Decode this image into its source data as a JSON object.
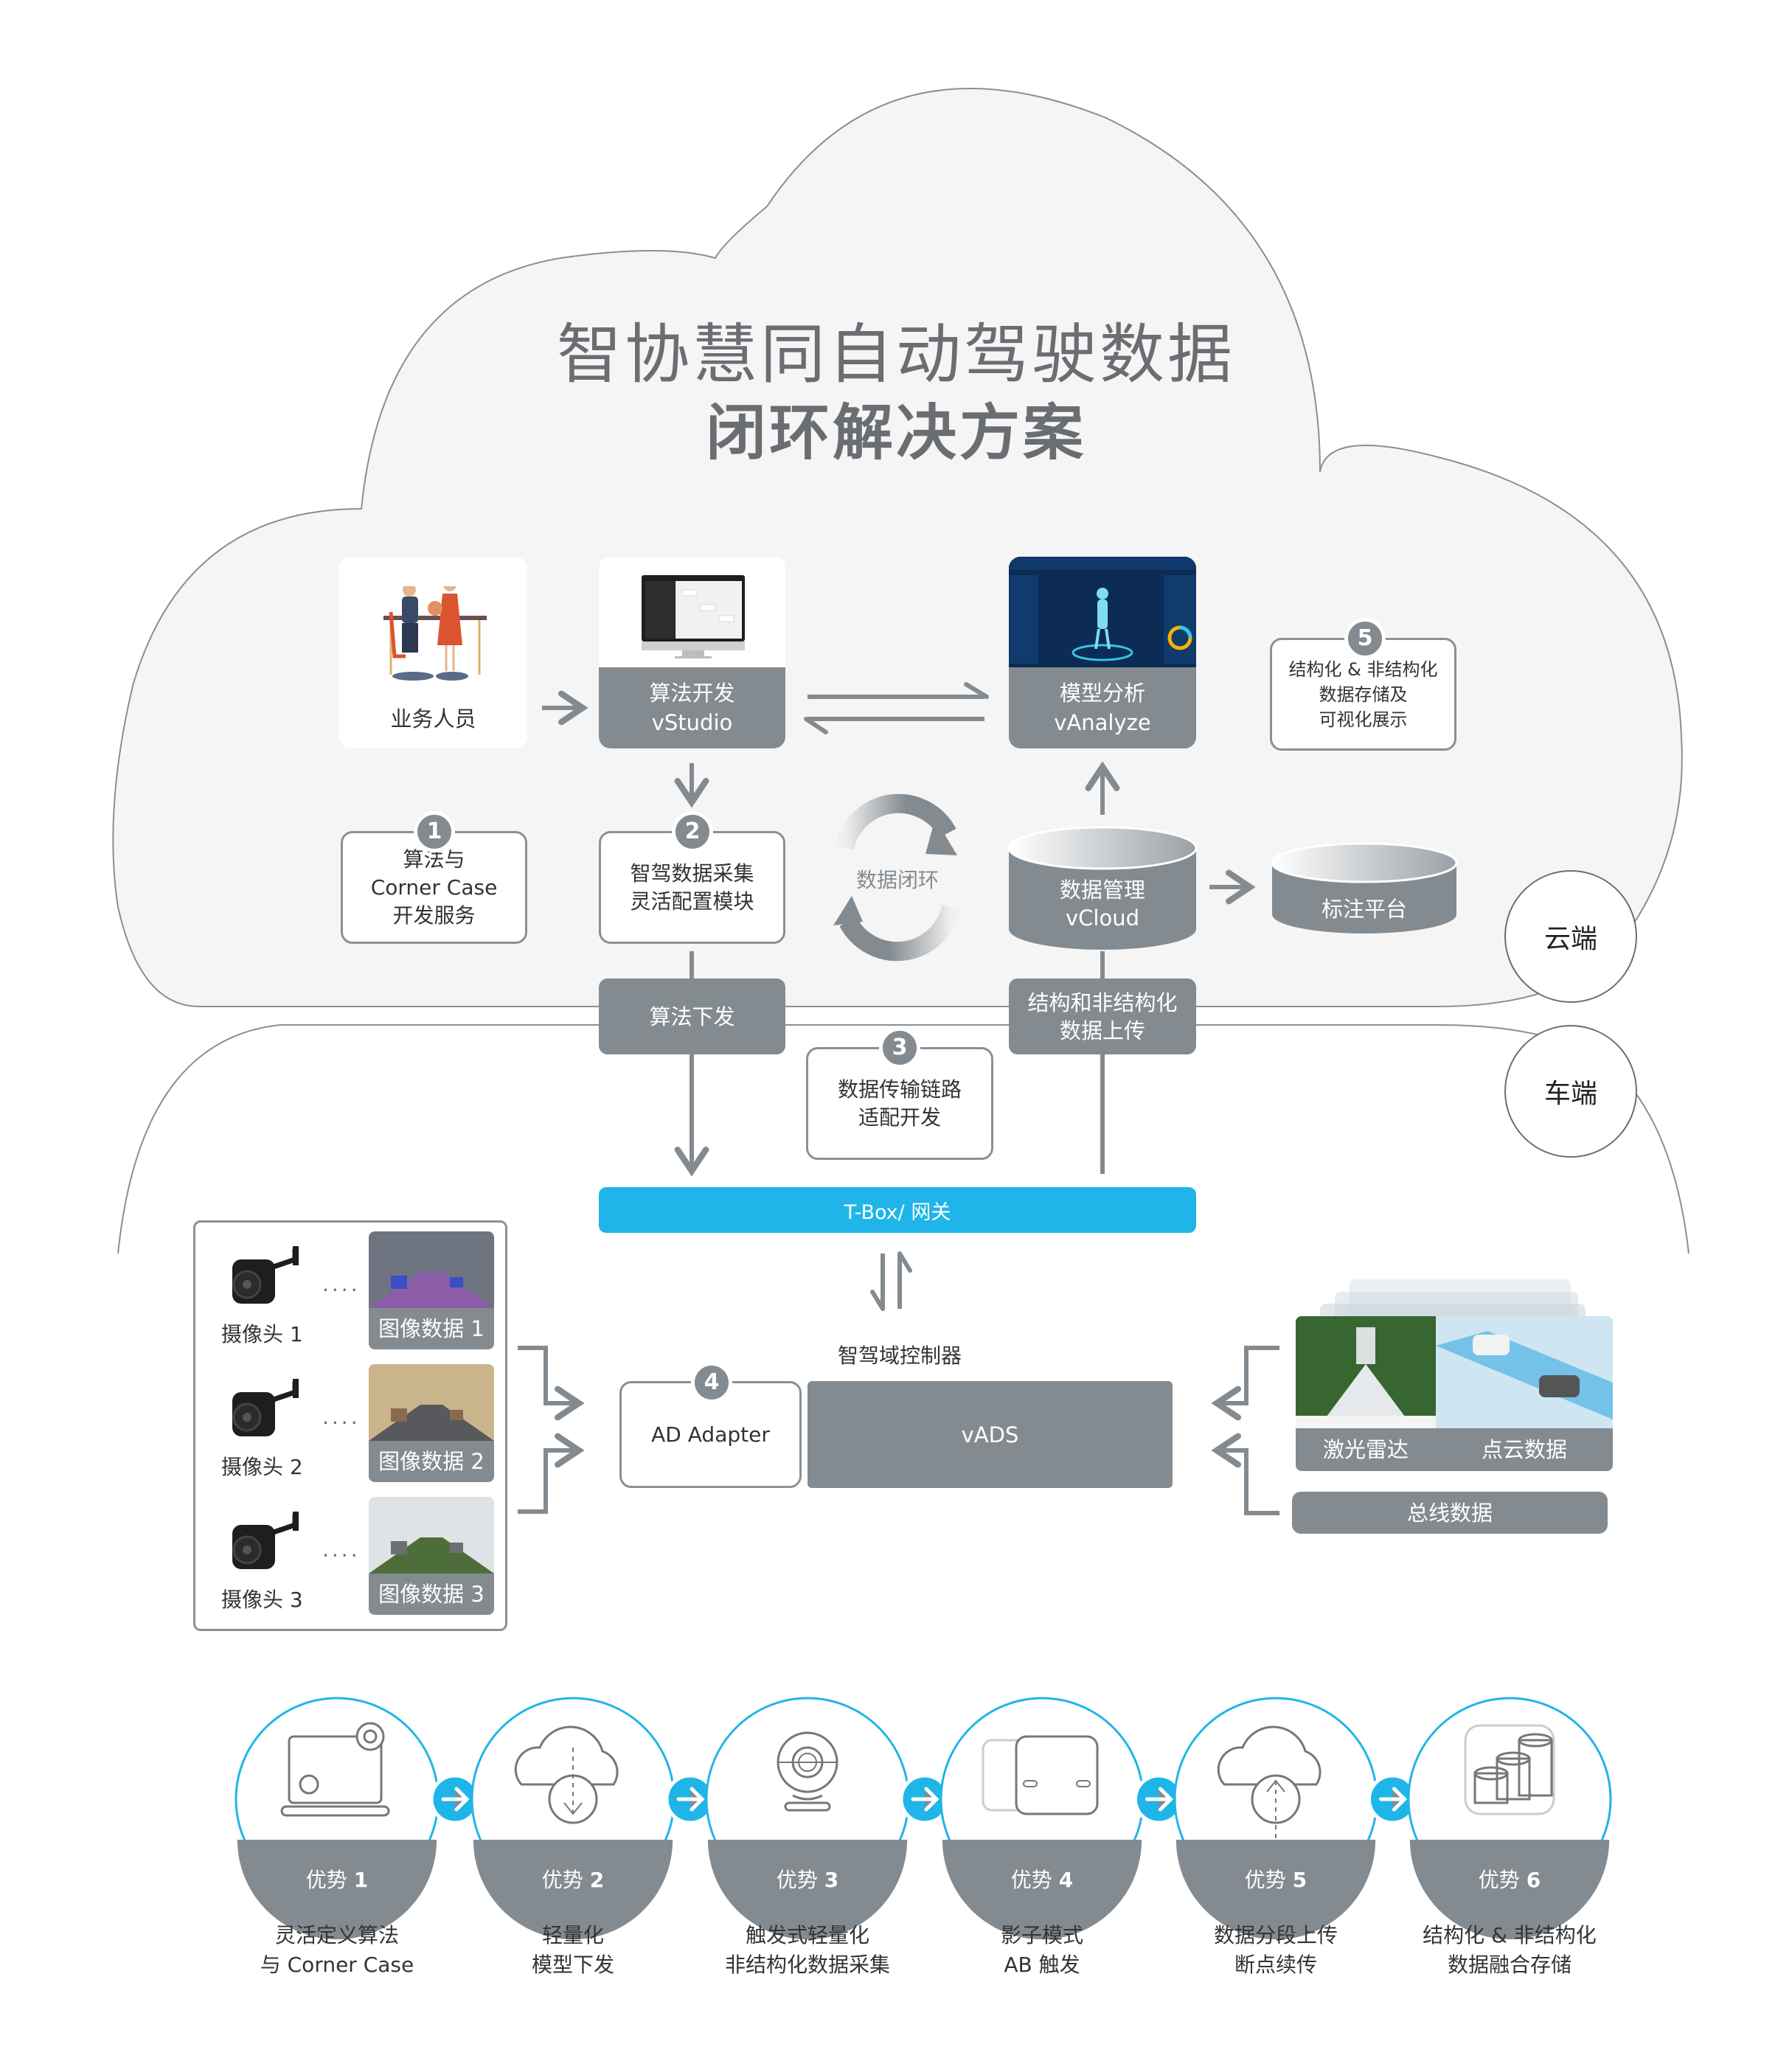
{
  "title": {
    "line1": "智协慧同自动驾驶数据",
    "line2": "闭环解决方案"
  },
  "cloud_side": {
    "business": {
      "label": "业务人员",
      "icon": "business-people-illustration"
    },
    "vstudio": {
      "line1": "算法开发",
      "line2": "vStudio",
      "icon": "monitor-screenshot"
    },
    "vanalyze": {
      "line1": "模型分析",
      "line2": "vAnalyze",
      "icon": "analytics-dashboard-screenshot"
    },
    "step5": {
      "num": "5",
      "line1": "结构化 & 非结构化",
      "line2": "数据存储及",
      "line3": "可视化展示"
    },
    "step1": {
      "num": "1",
      "line1": "算法与",
      "line2": "Corner Case",
      "line3": "开发服务"
    },
    "step2": {
      "num": "2",
      "line1": "智驾数据采集",
      "line2": "灵活配置模块"
    },
    "loop_label": "数据闭环",
    "vcloud": {
      "line1": "数据管理",
      "line2": "vCloud"
    },
    "annotation": {
      "label": "标注平台"
    }
  },
  "zones": {
    "cloud": "云端",
    "vehicle": "车端"
  },
  "links": {
    "download": "算法下发",
    "upload_line1": "结构和非结构化",
    "upload_line2": "数据上传",
    "step3": {
      "num": "3",
      "line1": "数据传输链路",
      "line2": "适配开发"
    }
  },
  "vehicle_side": {
    "tbox": "T-Box/ 网关",
    "controller_title": "智驾域控制器",
    "step4": {
      "num": "4",
      "label": "AD Adapter"
    },
    "vads": "vADS",
    "cameras": [
      {
        "label": "摄像头 1",
        "image_label": "图像数据 1"
      },
      {
        "label": "摄像头 2",
        "image_label": "图像数据 2"
      },
      {
        "label": "摄像头 3",
        "image_label": "图像数据 3"
      }
    ],
    "dots": "....",
    "lidar": "激光雷达",
    "pointcloud": "点云数据",
    "bus": "总线数据"
  },
  "advantages": [
    {
      "badge": "优势",
      "num": "1",
      "line1": "灵活定义算法",
      "line2": "与 Corner Case",
      "icon": "laptop-gears-icon"
    },
    {
      "badge": "优势",
      "num": "2",
      "line1": "轻量化",
      "line2": "模型下发",
      "icon": "cloud-download-icon"
    },
    {
      "badge": "优势",
      "num": "3",
      "line1": "触发式轻量化",
      "line2": "非结构化数据采集",
      "icon": "webcam-icon"
    },
    {
      "badge": "优势",
      "num": "4",
      "line1": "影子模式",
      "line2": "AB 触发",
      "icon": "two-cars-icon"
    },
    {
      "badge": "优势",
      "num": "5",
      "line1": "数据分段上传",
      "line2": "断点续传",
      "icon": "cloud-upload-icon"
    },
    {
      "badge": "优势",
      "num": "6",
      "line1": "结构化 & 非结构化",
      "line2": "数据融合存储",
      "icon": "database-stack-icon"
    }
  ],
  "colors": {
    "accent_blue": "#1fb5e8",
    "box_gray": "#838b91",
    "cloud_fill": "#f5f5f5",
    "title_gray": "#6a6e72"
  }
}
